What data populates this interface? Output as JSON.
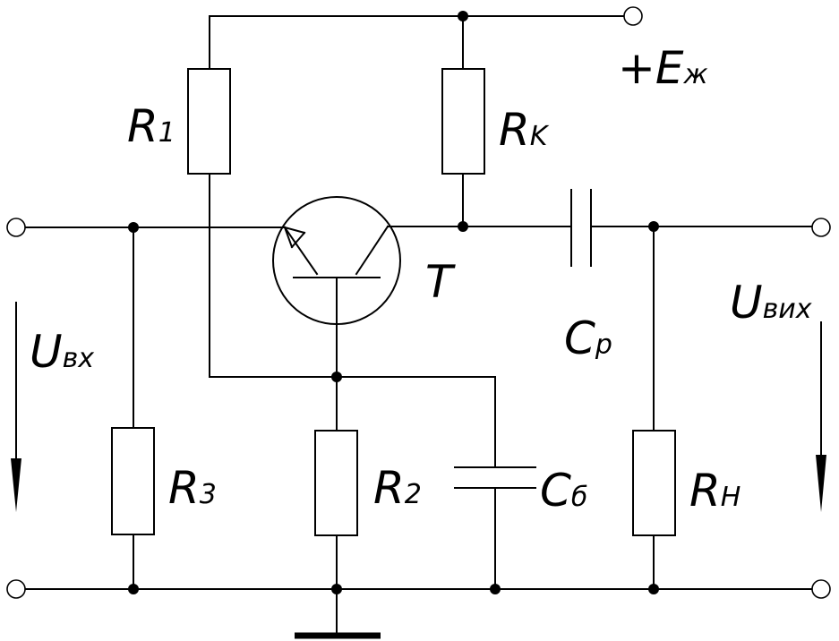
{
  "labels": {
    "r1": {
      "main": "R",
      "sub": "1"
    },
    "rk": {
      "main": "R",
      "sub": "K"
    },
    "r3": {
      "main": "R",
      "sub": "3"
    },
    "r2": {
      "main": "R",
      "sub": "2"
    },
    "rn": {
      "main": "R",
      "sub": "H"
    },
    "transistor": "T",
    "cp": {
      "main": "C",
      "sub": "p"
    },
    "cb": {
      "main": "C",
      "sub": "б"
    },
    "supply": {
      "main": "+E",
      "sub": "ж"
    },
    "u_in": {
      "main": "U",
      "sub": "вх"
    },
    "u_out": {
      "main": "U",
      "sub": "вих"
    }
  }
}
